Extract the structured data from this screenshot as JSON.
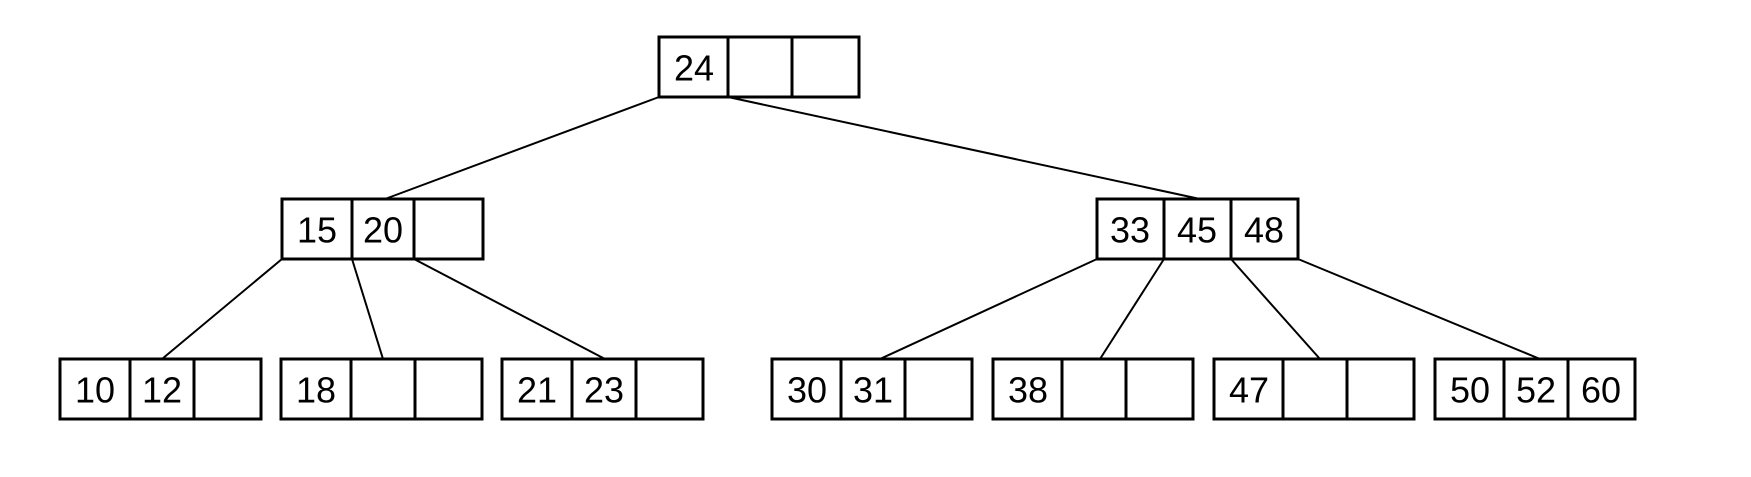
{
  "tree": {
    "root": {
      "keys": [
        "24",
        "",
        ""
      ]
    },
    "internal": [
      {
        "keys": [
          "15",
          "20",
          ""
        ]
      },
      {
        "keys": [
          "33",
          "45",
          "48"
        ]
      }
    ],
    "leaves": [
      {
        "keys": [
          "10",
          "12",
          ""
        ]
      },
      {
        "keys": [
          "18",
          "",
          ""
        ]
      },
      {
        "keys": [
          "21",
          "23",
          ""
        ]
      },
      {
        "keys": [
          "30",
          "31",
          ""
        ]
      },
      {
        "keys": [
          "38",
          "",
          ""
        ]
      },
      {
        "keys": [
          "47",
          "",
          ""
        ]
      },
      {
        "keys": [
          "50",
          "52",
          "60"
        ]
      }
    ]
  }
}
